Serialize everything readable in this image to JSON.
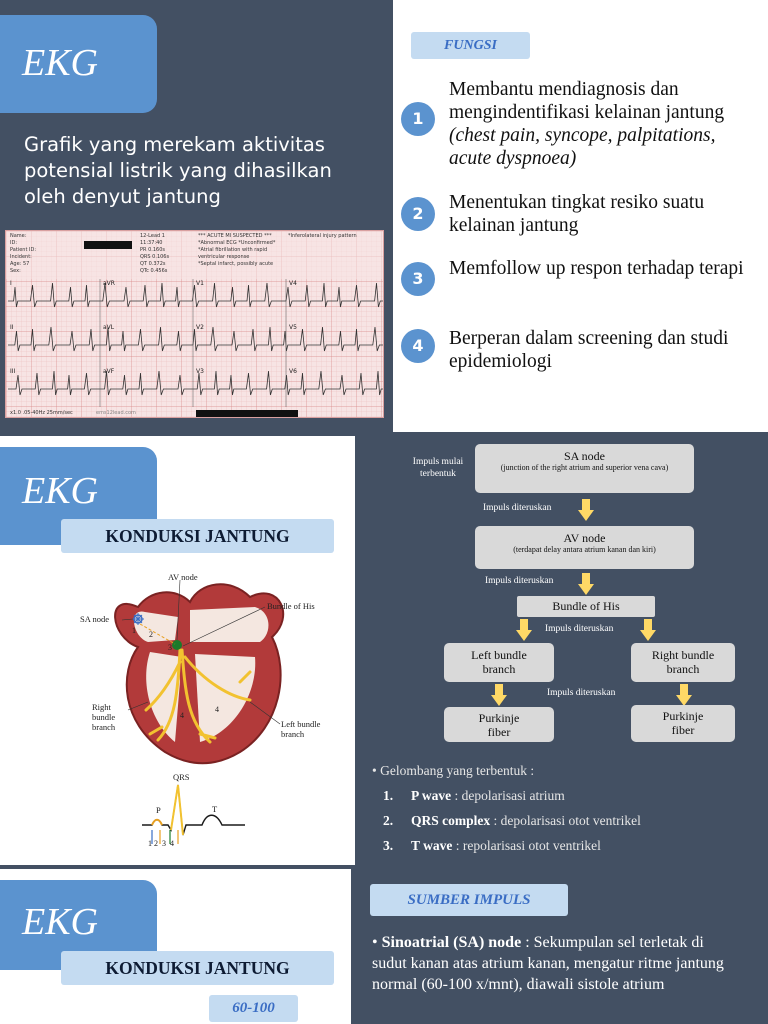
{
  "slide1": {
    "ekg_title": "EKG",
    "description": "Grafik yang merekam aktivitas potensial listrik yang dihasilkan oleh denyut jantung",
    "fungsi_tag": "FUNGSI",
    "items": [
      {
        "num": "1",
        "text": "Membantu mendiagnosis dan mengindentifikasi kelainan jantung ",
        "italic": "(chest pain, syncope, palpitations, acute dyspnoea)"
      },
      {
        "num": "2",
        "text": "Menentukan tingkat resiko suatu kelainan jantung",
        "italic": ""
      },
      {
        "num": "3",
        "text": "Memfollow up respon terhadap terapi",
        "italic": ""
      },
      {
        "num": "4",
        "text": "Berperan dalam screening dan studi epidemiologi",
        "italic": ""
      }
    ],
    "ecg_strip": {
      "header_left": [
        "Name:",
        "ID:",
        "Patient ID:",
        "Incident:",
        "Age: 57",
        "Sex:"
      ],
      "header_mid": [
        "12-Lead 1",
        "11:37:40",
        "PR 0.160s",
        "QRS 0.106s",
        "QT 0.372s",
        "QTc 0.456s"
      ],
      "header_right": [
        "*** ACUTE MI SUSPECTED ***",
        "*Abnormal ECG *Unconfirmed*",
        "*Atrial fibrillation with rapid",
        "ventricular response",
        "*Septal infarct, possibly acute"
      ],
      "header_far": [
        "*Inferolateral injury pattern"
      ],
      "lead_labels": [
        "I",
        "aVR",
        "V1",
        "V4",
        "II",
        "aVL",
        "V2",
        "V5",
        "III",
        "aVF",
        "V3",
        "V6"
      ],
      "footer": "x1.0  .05-40Hz  25mm/sec",
      "watermark": "ems12lead.com"
    }
  },
  "slide2": {
    "ekg_title": "EKG",
    "konduksi_label": "KONDUKSI JANTUNG",
    "heart_labels": {
      "av_node": "AV node",
      "sa_node": "SA node",
      "bundle_of_his": "Bundle of His",
      "right_bundle": "Right bundle branch",
      "left_bundle": "Left bundle branch",
      "n1": "1",
      "n2": "2",
      "n3": "3",
      "n4a": "4",
      "n4b": "4"
    },
    "ecg_labels": {
      "qrs": "QRS",
      "p": "P",
      "t": "T",
      "nums": "1 2  3  4"
    },
    "flow": {
      "impuls_mulai": "Impuls mulai terbentuk",
      "sa_node": "SA node",
      "sa_sub": "(junction of the right atrium and superior vena cava)",
      "impuls_diteruskan": "Impuls diteruskan",
      "av_node": "AV node",
      "av_sub": "(terdapat delay antara atrium kanan dan kiri)",
      "bundle_of_his": "Bundle of His",
      "left_bundle": "Left bundle branch",
      "right_bundle": "Right bundle branch",
      "purkinje_left": "Purkinje fiber",
      "purkinje_right": "Purkinje fiber"
    },
    "waves": {
      "intro": "• Gelombang yang terbentuk :",
      "items": [
        {
          "n": "1.",
          "bold": "P wave",
          "rest": " : depolarisasi atrium"
        },
        {
          "n": "2.",
          "bold": "QRS complex",
          "rest": " : depolarisasi otot ventrikel"
        },
        {
          "n": "3.",
          "bold": "T wave",
          "rest": " : repolarisasi otot ventrikel"
        }
      ]
    }
  },
  "slide3": {
    "ekg_title": "EKG",
    "konduksi_label": "KONDUKSI JANTUNG",
    "rate_tag": "60-100",
    "sumber_tag": "SUMBER IMPULS",
    "sa_bold": "Sinoatrial (SA) node",
    "sa_text": " : Sekumpulan sel terletak di sudut kanan atas atrium kanan, mengatur ritme jantung normal (60-100 x/mnt), diawali sistole atrium"
  },
  "colors": {
    "dark_bg": "#435063",
    "accent_blue": "#5b93cf",
    "light_blue": "#c4dbf1",
    "flow_box": "#d9d9d9",
    "arrow_yellow": "#ffd966",
    "ecg_paper": "#f7e4e4",
    "heart_red": "#b23a3a",
    "conduction_yellow": "#f2c230"
  }
}
